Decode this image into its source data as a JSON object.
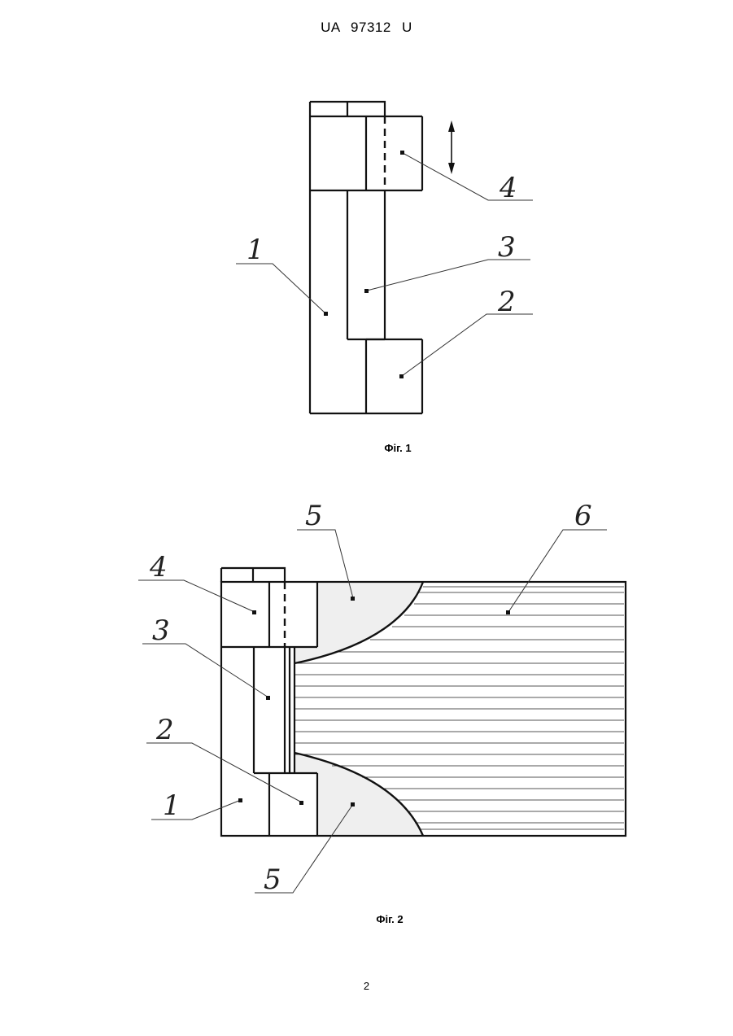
{
  "header": {
    "text": "UA   97312   U"
  },
  "figure1": {
    "caption": "Фіг. 1",
    "labels": {
      "l1": "1",
      "l2": "2",
      "l3": "3",
      "l4": "4"
    }
  },
  "figure2": {
    "caption": "Фіг. 2",
    "labels": {
      "l1": "1",
      "l2": "2",
      "l3": "3",
      "l4": "4",
      "l5a": "5",
      "l5b": "5",
      "l6": "6"
    }
  },
  "page_number": "2"
}
